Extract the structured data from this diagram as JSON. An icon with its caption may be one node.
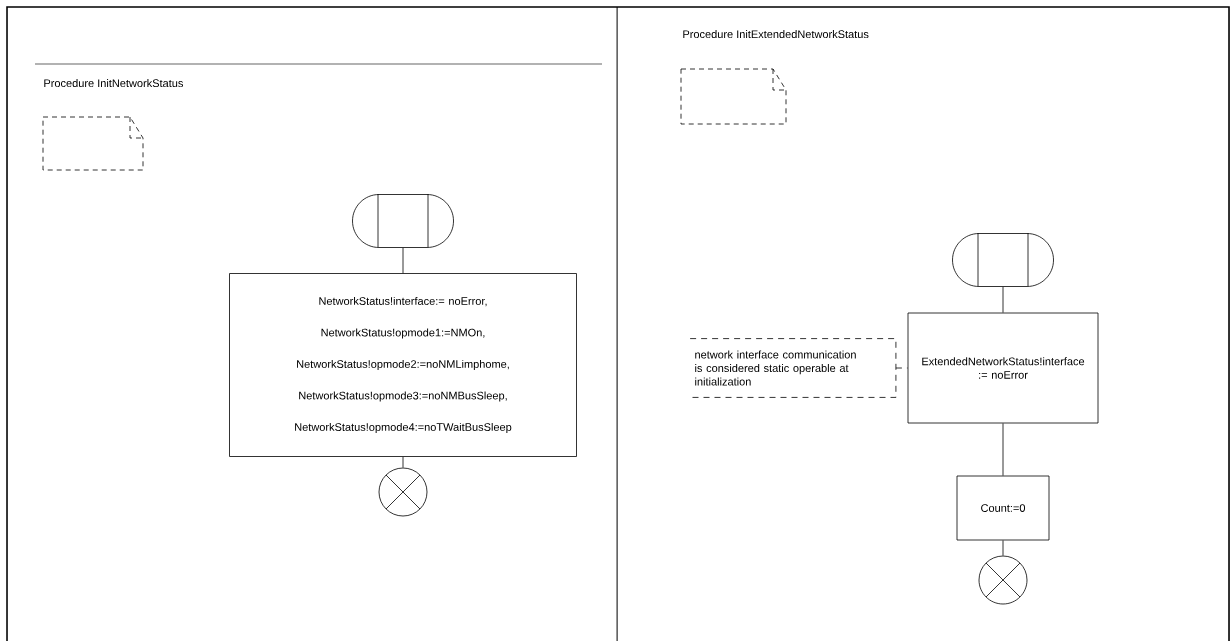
{
  "diagram": {
    "nodes": [
      {
        "text": [],
        "shape": "stadium"
      },
      {
        "text": [
          "NetworkStatus!interface:= noError,",
          "NetworkStatus!opmode1:=NMOn,",
          "NetworkStatus!opmode2:=noNMLimphome,",
          "NetworkStatus!opmode3:=noNMBusSleep,",
          "NetworkStatus!opmode4:=noTWaitBusSleep"
        ]
      },
      {
        "text": [],
        "shape": "circle"
      },
      {
        "text": [],
        "shape": "stadium"
      },
      {
        "text": [
          "ExtendedNetworkStatus!interface := noError"
        ]
      },
      {
        "text": [
          "network interface communication is considered static operable at initialization"
        ]
      },
      {
        "text": [
          "Count:=0"
        ]
      },
      {
        "text": [],
        "shape": "circle"
      }
    ],
    "edges": [
      {
        "from": 0,
        "to": 1,
        "arrow": "none"
      },
      {
        "from": 1,
        "to": 2,
        "arrow": "none"
      },
      {
        "from": 3,
        "to": 4,
        "arrow": "none"
      },
      {
        "from": 5,
        "to": 4,
        "arrow": "none",
        "style": "dashed"
      },
      {
        "from": 4,
        "to": 6,
        "arrow": "none"
      },
      {
        "from": 6,
        "to": 7,
        "arrow": "none"
      }
    ],
    "labels": [
      "Procedure InitNetworkStatus",
      "Procedure InitExtendedNetworkStatus"
    ]
  }
}
